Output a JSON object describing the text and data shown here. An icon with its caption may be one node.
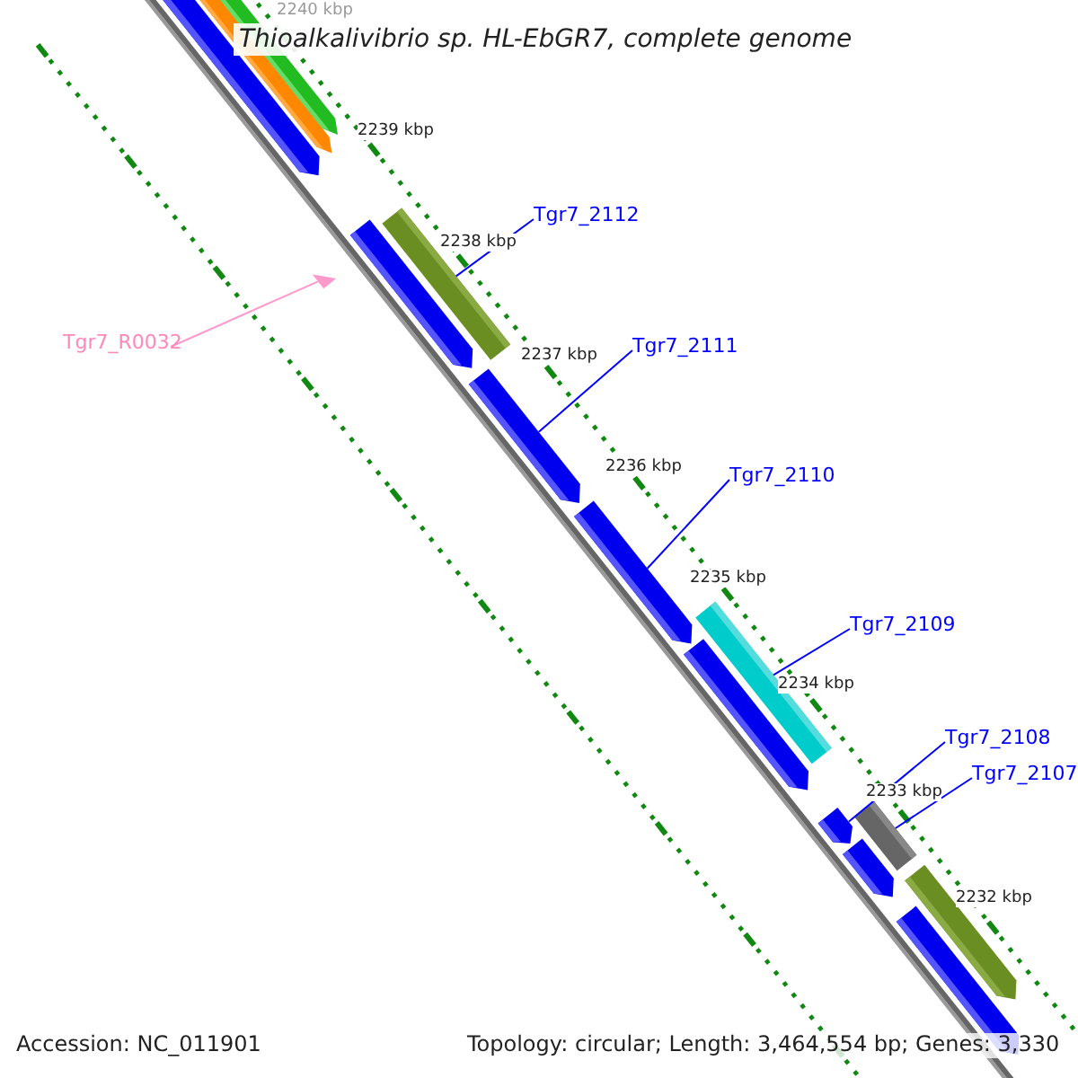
{
  "diagram": {
    "title": "Thioalkalivibrio sp. HL-EbGR7, complete genome",
    "nodes": [
      {
        "text": [
          "Tgr7_2112"
        ]
      },
      {
        "text": [],
        "shape": "bar"
      },
      {
        "text": [
          "Tgr7_R0032"
        ]
      },
      {
        "text": [],
        "shape": "triangle"
      },
      {
        "text": [
          "Tgr7_2111"
        ]
      },
      {
        "text": [],
        "shape": "bar"
      },
      {
        "text": [
          "Tgr7_2110"
        ]
      },
      {
        "text": [],
        "shape": "bar"
      },
      {
        "text": [
          "Tgr7_2109"
        ]
      },
      {
        "text": [],
        "shape": "bar"
      },
      {
        "text": [
          "Tgr7_2108"
        ]
      },
      {
        "text": [],
        "shape": "bar"
      },
      {
        "text": [
          "Tgr7_2107"
        ]
      },
      {
        "text": [],
        "shape": "bar"
      },
      {
        "text": [],
        "shape": "bar"
      },
      {
        "text": [],
        "shape": "bar"
      },
      {
        "text": [],
        "shape": "bar"
      },
      {
        "text": [],
        "shape": "bar"
      },
      {
        "text": [],
        "shape": "bar"
      },
      {
        "text": [],
        "shape": "bar"
      },
      {
        "text": [],
        "shape": "bar"
      },
      {
        "text": [],
        "shape": "bar"
      }
    ],
    "edges": [
      {
        "from": 0,
        "to": 1,
        "arrow": "none"
      },
      {
        "from": 2,
        "to": 3,
        "arrow": "none",
        "color": "#ff99cc"
      },
      {
        "from": 4,
        "to": 5,
        "arrow": "none"
      },
      {
        "from": 6,
        "to": 7,
        "arrow": "none"
      },
      {
        "from": 8,
        "to": 9,
        "arrow": "none"
      },
      {
        "from": 10,
        "to": 11,
        "arrow": "none"
      },
      {
        "from": 12,
        "to": 13,
        "arrow": "none"
      }
    ],
    "labels": [
      "2240 kbp",
      "2239 kbp",
      "2238 kbp",
      "2237 kbp",
      "2236 kbp",
      "2235 kbp",
      "2234 kbp",
      "2233 kbp",
      "2232 kbp",
      "Accession: NC_011901",
      "Topology: circular; Length: 3,464,554 bp; Genes: 3,330"
    ]
  }
}
